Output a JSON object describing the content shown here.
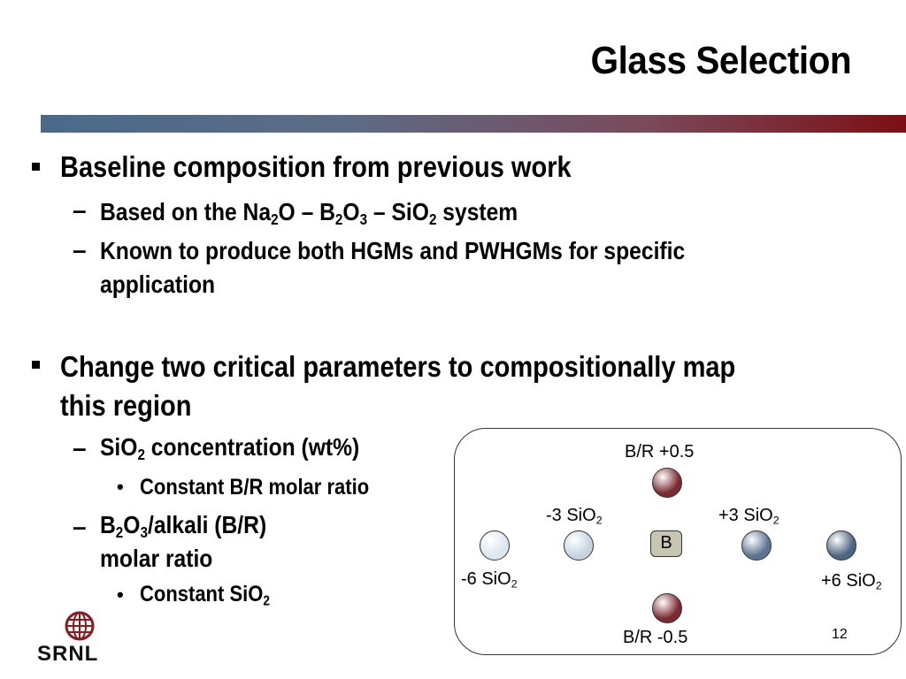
{
  "slide": {
    "title": "Glass Selection",
    "page_number": "12"
  },
  "bullets": {
    "b1_text": "Baseline composition from previous work",
    "b1_sub1": {
      "t1": "Based on the Na",
      "s1": "2",
      "t2": "O – B",
      "s2": "2",
      "t3": "O",
      "s3": "3",
      "t4": " – SiO",
      "s4": "2",
      "t5": " system"
    },
    "b1_sub2_line1": "Known to produce both HGMs and PWHGMs for specific",
    "b1_sub2_line2": "application",
    "b2_line1": "Change two critical parameters to compositionally map",
    "b2_line2": "this region",
    "b2_sub1": {
      "t1": "SiO",
      "s1": "2",
      "t2": " concentration (wt%)"
    },
    "b2_sub1_item": "Constant B/R molar ratio",
    "b2_sub2": {
      "t1": "B",
      "s1": "2",
      "t2": "O",
      "s2": "3",
      "t3": "/alkali (B/R)",
      "line2": "molar ratio"
    },
    "b2_sub2_item": {
      "t1": "Constant SiO",
      "s1": "2"
    }
  },
  "diagram": {
    "top_label": "B/R +0.5",
    "bottom_label": "B/R -0.5",
    "center_label": "B",
    "minus3": {
      "t": "-3 SiO",
      "s": "2"
    },
    "plus3": {
      "t": "+3 SiO",
      "s": "2"
    },
    "minus6": {
      "t": "-6 SiO",
      "s": "2"
    },
    "plus6": {
      "t": "+6 SiO",
      "s": "2"
    },
    "colors": {
      "br_plus": "#7a2a30",
      "br_minus": "#7a2a30",
      "minus6": "#dbe6ef",
      "minus3": "#c6d4e2",
      "plus3": "#5d7490",
      "plus6": "#4c6580",
      "center": "#c8c6b0"
    }
  },
  "logo": {
    "text": "SRNL",
    "icon": "globe-icon",
    "color": "#8b1a1f"
  }
}
